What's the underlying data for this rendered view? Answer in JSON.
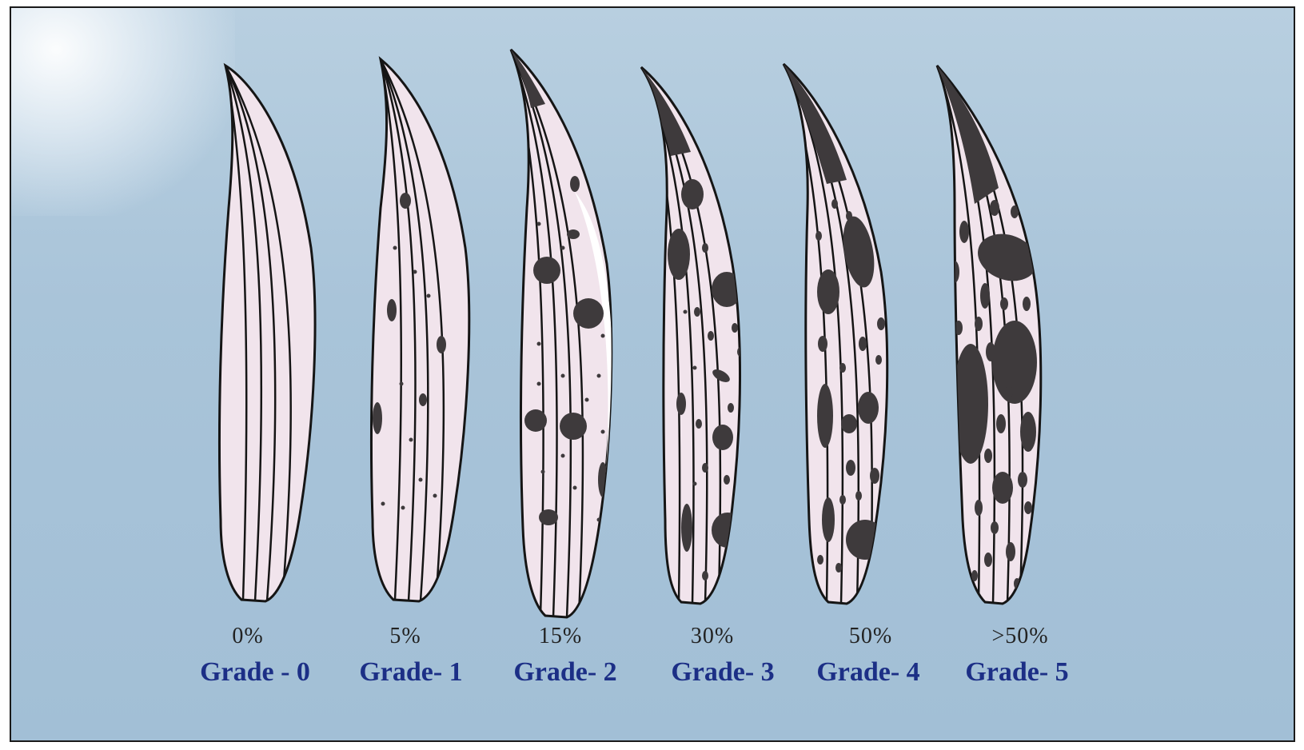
{
  "grades": [
    {
      "percent": "0%",
      "label": "Grade - 0"
    },
    {
      "percent": "5%",
      "label": "Grade- 1"
    },
    {
      "percent": "15%",
      "label": "Grade- 2"
    },
    {
      "percent": "30%",
      "label": "Grade- 3"
    },
    {
      "percent": "50%",
      "label": "Grade- 4"
    },
    {
      "percent": ">50%",
      "label": "Grade- 5"
    }
  ],
  "colors": {
    "background": "#a9c4d9",
    "leaf_fill": "#f1e4ec",
    "lesion": "#3e3a3c",
    "grade_label": "#1c2f86"
  }
}
